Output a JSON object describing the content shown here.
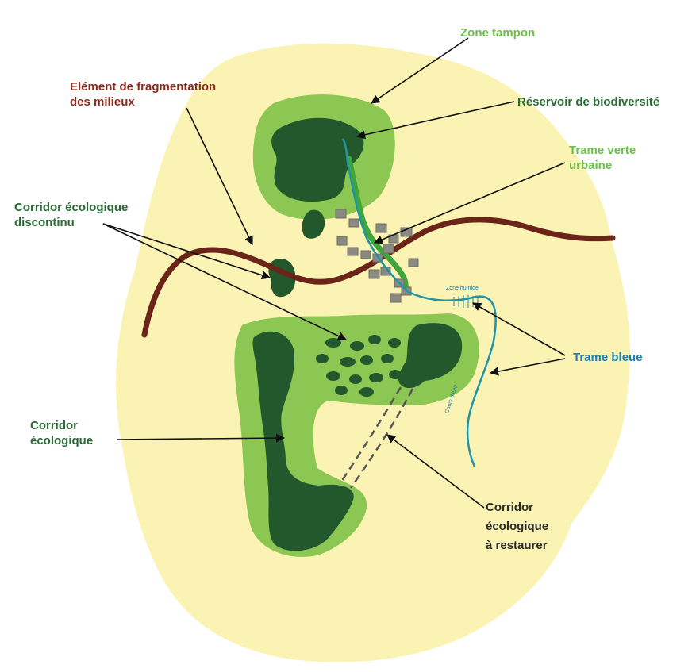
{
  "colors": {
    "background": "#ffffff",
    "land": "#fbf3b3",
    "buffer_zone": "#8dc753",
    "reservoir": "#22582b",
    "urban_green": "#3fa63b",
    "water": "#1f93a8",
    "fragmentation_road": "#6b2418",
    "buildings": "#8a8a80",
    "restore_corridor": "#555555",
    "label_light_green": "#6cc04a",
    "label_dark_green": "#2a6a35",
    "label_dark_red": "#8b2a1e",
    "label_blue": "#1a7fb0",
    "label_dark_gray": "#2b2b2b"
  },
  "labels": {
    "zone_tampon": "Zone tampon",
    "fragmentation": [
      "Elément de fragmentation",
      "des milieux"
    ],
    "reservoir": "Réservoir de biodiversité",
    "trame_verte_urbaine": [
      "Trame verte",
      "urbaine"
    ],
    "corridor_discontinu": [
      "Corridor écologique",
      "discontinu"
    ],
    "trame_bleue": "Trame bleue",
    "corridor": [
      "Corridor",
      "écologique"
    ],
    "corridor_restaurer": [
      "Corridor",
      "écologique",
      "à restaurer"
    ],
    "zone_humide": "Zone humide",
    "cours_eau": "Cours d'eau"
  }
}
